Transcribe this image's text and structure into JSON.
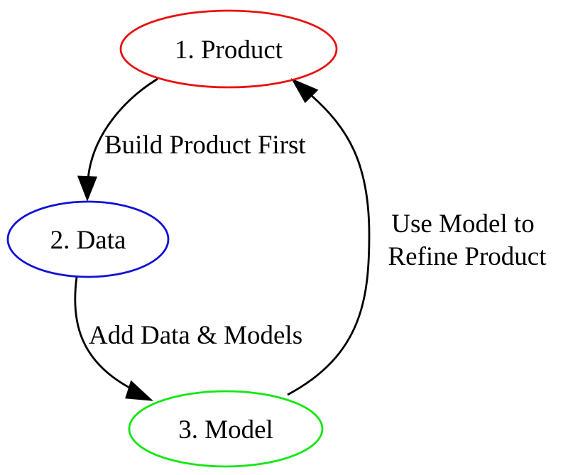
{
  "diagram": {
    "nodes": [
      {
        "id": "product",
        "label": "1. Product",
        "color": "#e81010"
      },
      {
        "id": "data",
        "label": "2. Data",
        "color": "#1010d8"
      },
      {
        "id": "model",
        "label": "3. Model",
        "color": "#10e810"
      }
    ],
    "edges": [
      {
        "from": "product",
        "to": "data",
        "label": "Build Product First"
      },
      {
        "from": "data",
        "to": "model",
        "label": "Add Data & Models"
      },
      {
        "from": "model",
        "to": "product",
        "label_line1": "Use Model to",
        "label_line2": "Refine Product"
      }
    ]
  }
}
